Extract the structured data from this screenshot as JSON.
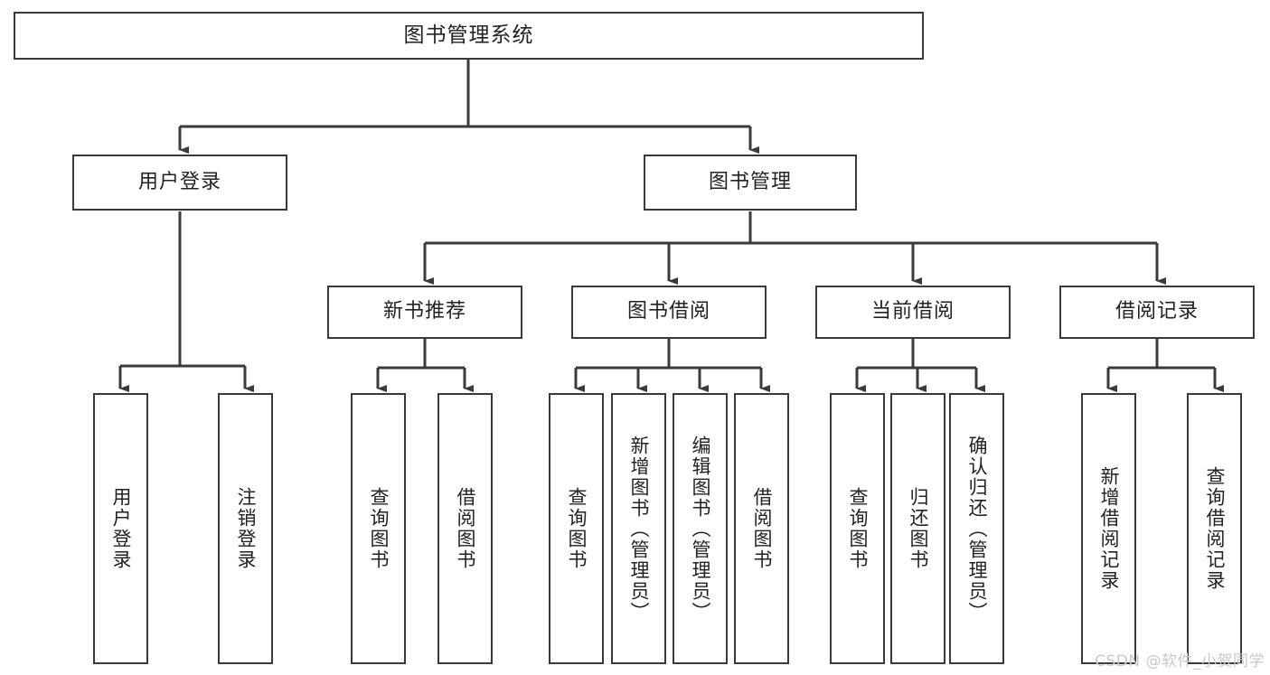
{
  "diagram": {
    "title": "图书管理系统",
    "watermark": "CSDN @软件_小贺同学",
    "stroke_color": "#3a3a3a",
    "text_color": "#222222",
    "background_color": "#ffffff",
    "watermark_color": "#c9c9c9"
  },
  "nodes": {
    "root": {
      "label": "图书管理系统"
    },
    "user_login": {
      "label": "用户登录"
    },
    "book_manage": {
      "label": "图书管理"
    },
    "user_login_children": [
      {
        "label": "用户登录"
      },
      {
        "label": "注销登录"
      }
    ],
    "book_manage_children": [
      {
        "label": "新书推荐"
      },
      {
        "label": "图书借阅"
      },
      {
        "label": "当前借阅"
      },
      {
        "label": "借阅记录"
      }
    ],
    "new_book_children": [
      {
        "label": "查询图书"
      },
      {
        "label": "借阅图书"
      }
    ],
    "borrow_children": [
      {
        "label": "查询图书"
      },
      {
        "label": "新增图书（管理员）"
      },
      {
        "label": "编辑图书（管理员）"
      },
      {
        "label": "借阅图书"
      }
    ],
    "current_borrow_children": [
      {
        "label": "查询图书"
      },
      {
        "label": "归还图书"
      },
      {
        "label": "确认归还（管理员）"
      }
    ],
    "record_children": [
      {
        "label": "新增借阅记录"
      },
      {
        "label": "查询借阅记录"
      }
    ]
  }
}
